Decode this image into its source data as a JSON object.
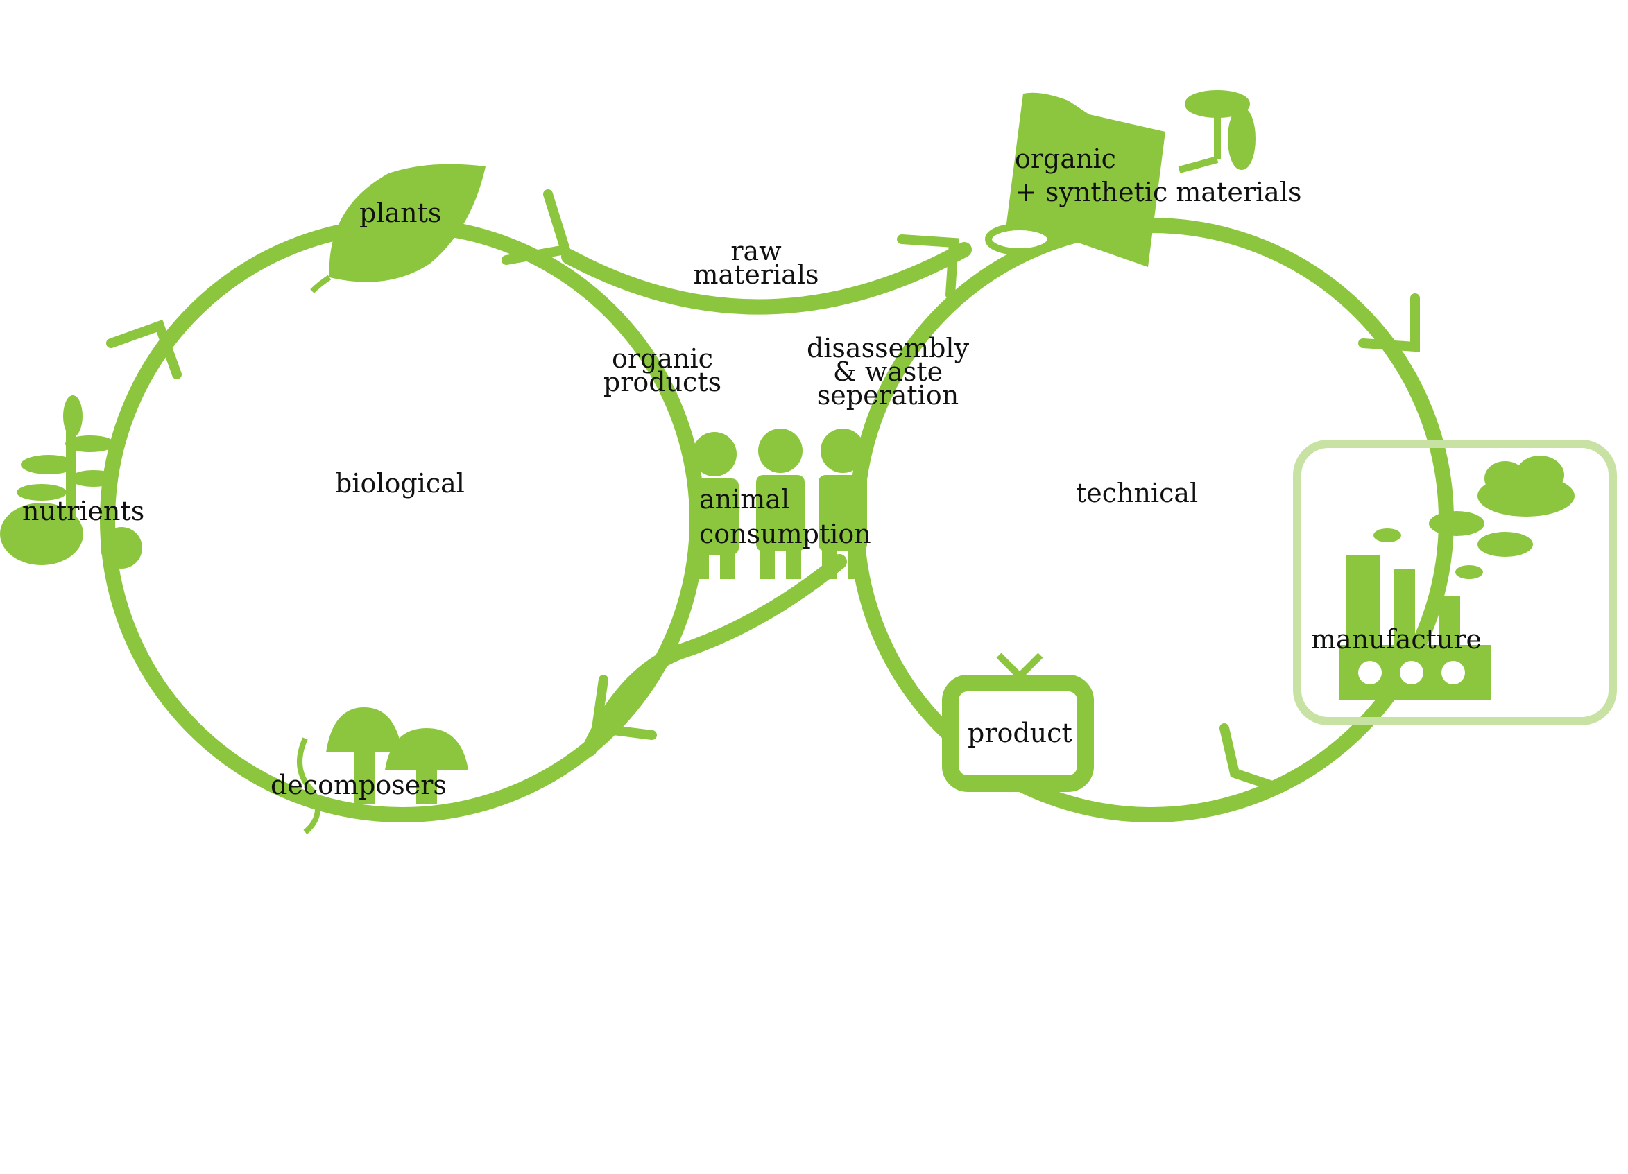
{
  "colors": {
    "primary": "#8cc63f",
    "light_frame": "#c8e2a4",
    "text": "#111111",
    "background": "#ffffff"
  },
  "labels": {
    "biological": "biological",
    "technical": "technical",
    "plants": "plants",
    "nutrients": "nutrients",
    "decomposers": "decomposers",
    "raw_materials": [
      "raw",
      "materials"
    ],
    "organic_products": [
      "organic",
      "products"
    ],
    "disassembly": [
      "disassembly",
      "& waste",
      "seperation"
    ],
    "animal_consumption": [
      "animal",
      "consumption"
    ],
    "organic_synthetic": [
      "organic",
      "+ synthetic materials"
    ],
    "manufacture": "manufacture",
    "product": "product"
  },
  "icons": [
    "leaf-icon",
    "sprout-icon",
    "mushroom-icon",
    "people-icon",
    "fabric-roll-icon",
    "screw-icon",
    "factory-icon",
    "clouds-icon",
    "tv-icon"
  ]
}
